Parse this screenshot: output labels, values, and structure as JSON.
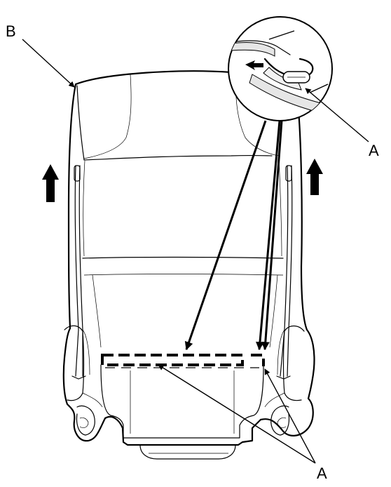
{
  "callouts": {
    "b": "B",
    "a_detail": "A",
    "a_bottom": "A"
  },
  "colors": {
    "line": "#000000",
    "background": "#ffffff",
    "detail_fill": "#f2f2f2"
  }
}
